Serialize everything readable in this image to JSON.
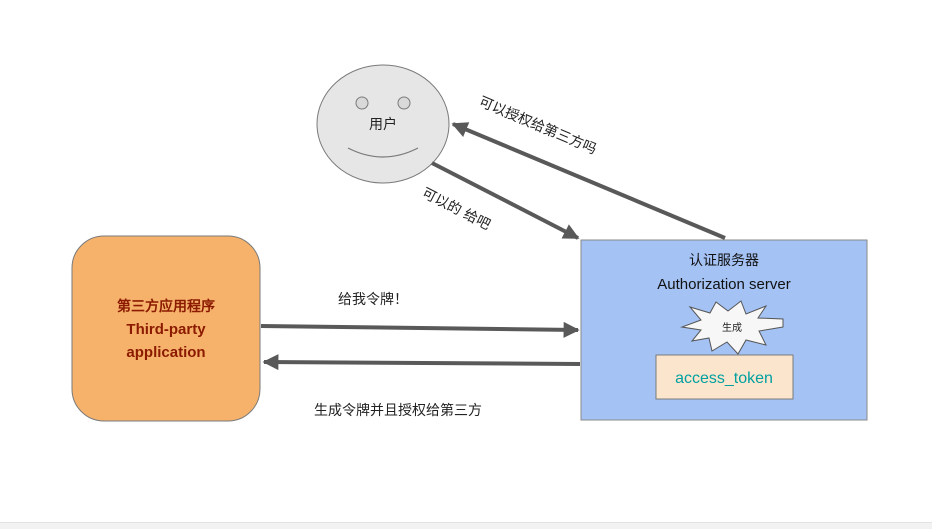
{
  "user": {
    "label": "用户"
  },
  "third_party": {
    "label_zh": "第三方应用程序",
    "label_en_line1": "Third-party",
    "label_en_line2": "application"
  },
  "auth_server": {
    "label_zh": "认证服务器",
    "label_en": "Authorization server",
    "burst_label": "生成",
    "token_label": "access_token"
  },
  "arrows": {
    "ask_user": "可以授权给第三方吗",
    "user_reply": "可以的 给吧",
    "request_token": "给我令牌！",
    "grant_token": "生成令牌并且授权给第三方"
  },
  "colors": {
    "user_fill": "#e6e6e6",
    "third_party_fill": "#f6b26b",
    "third_party_text": "#8b1a00",
    "auth_fill": "#a4c2f4",
    "token_fill": "#fce5cd",
    "token_text": "#00a0a0",
    "arrow": "#595959"
  }
}
